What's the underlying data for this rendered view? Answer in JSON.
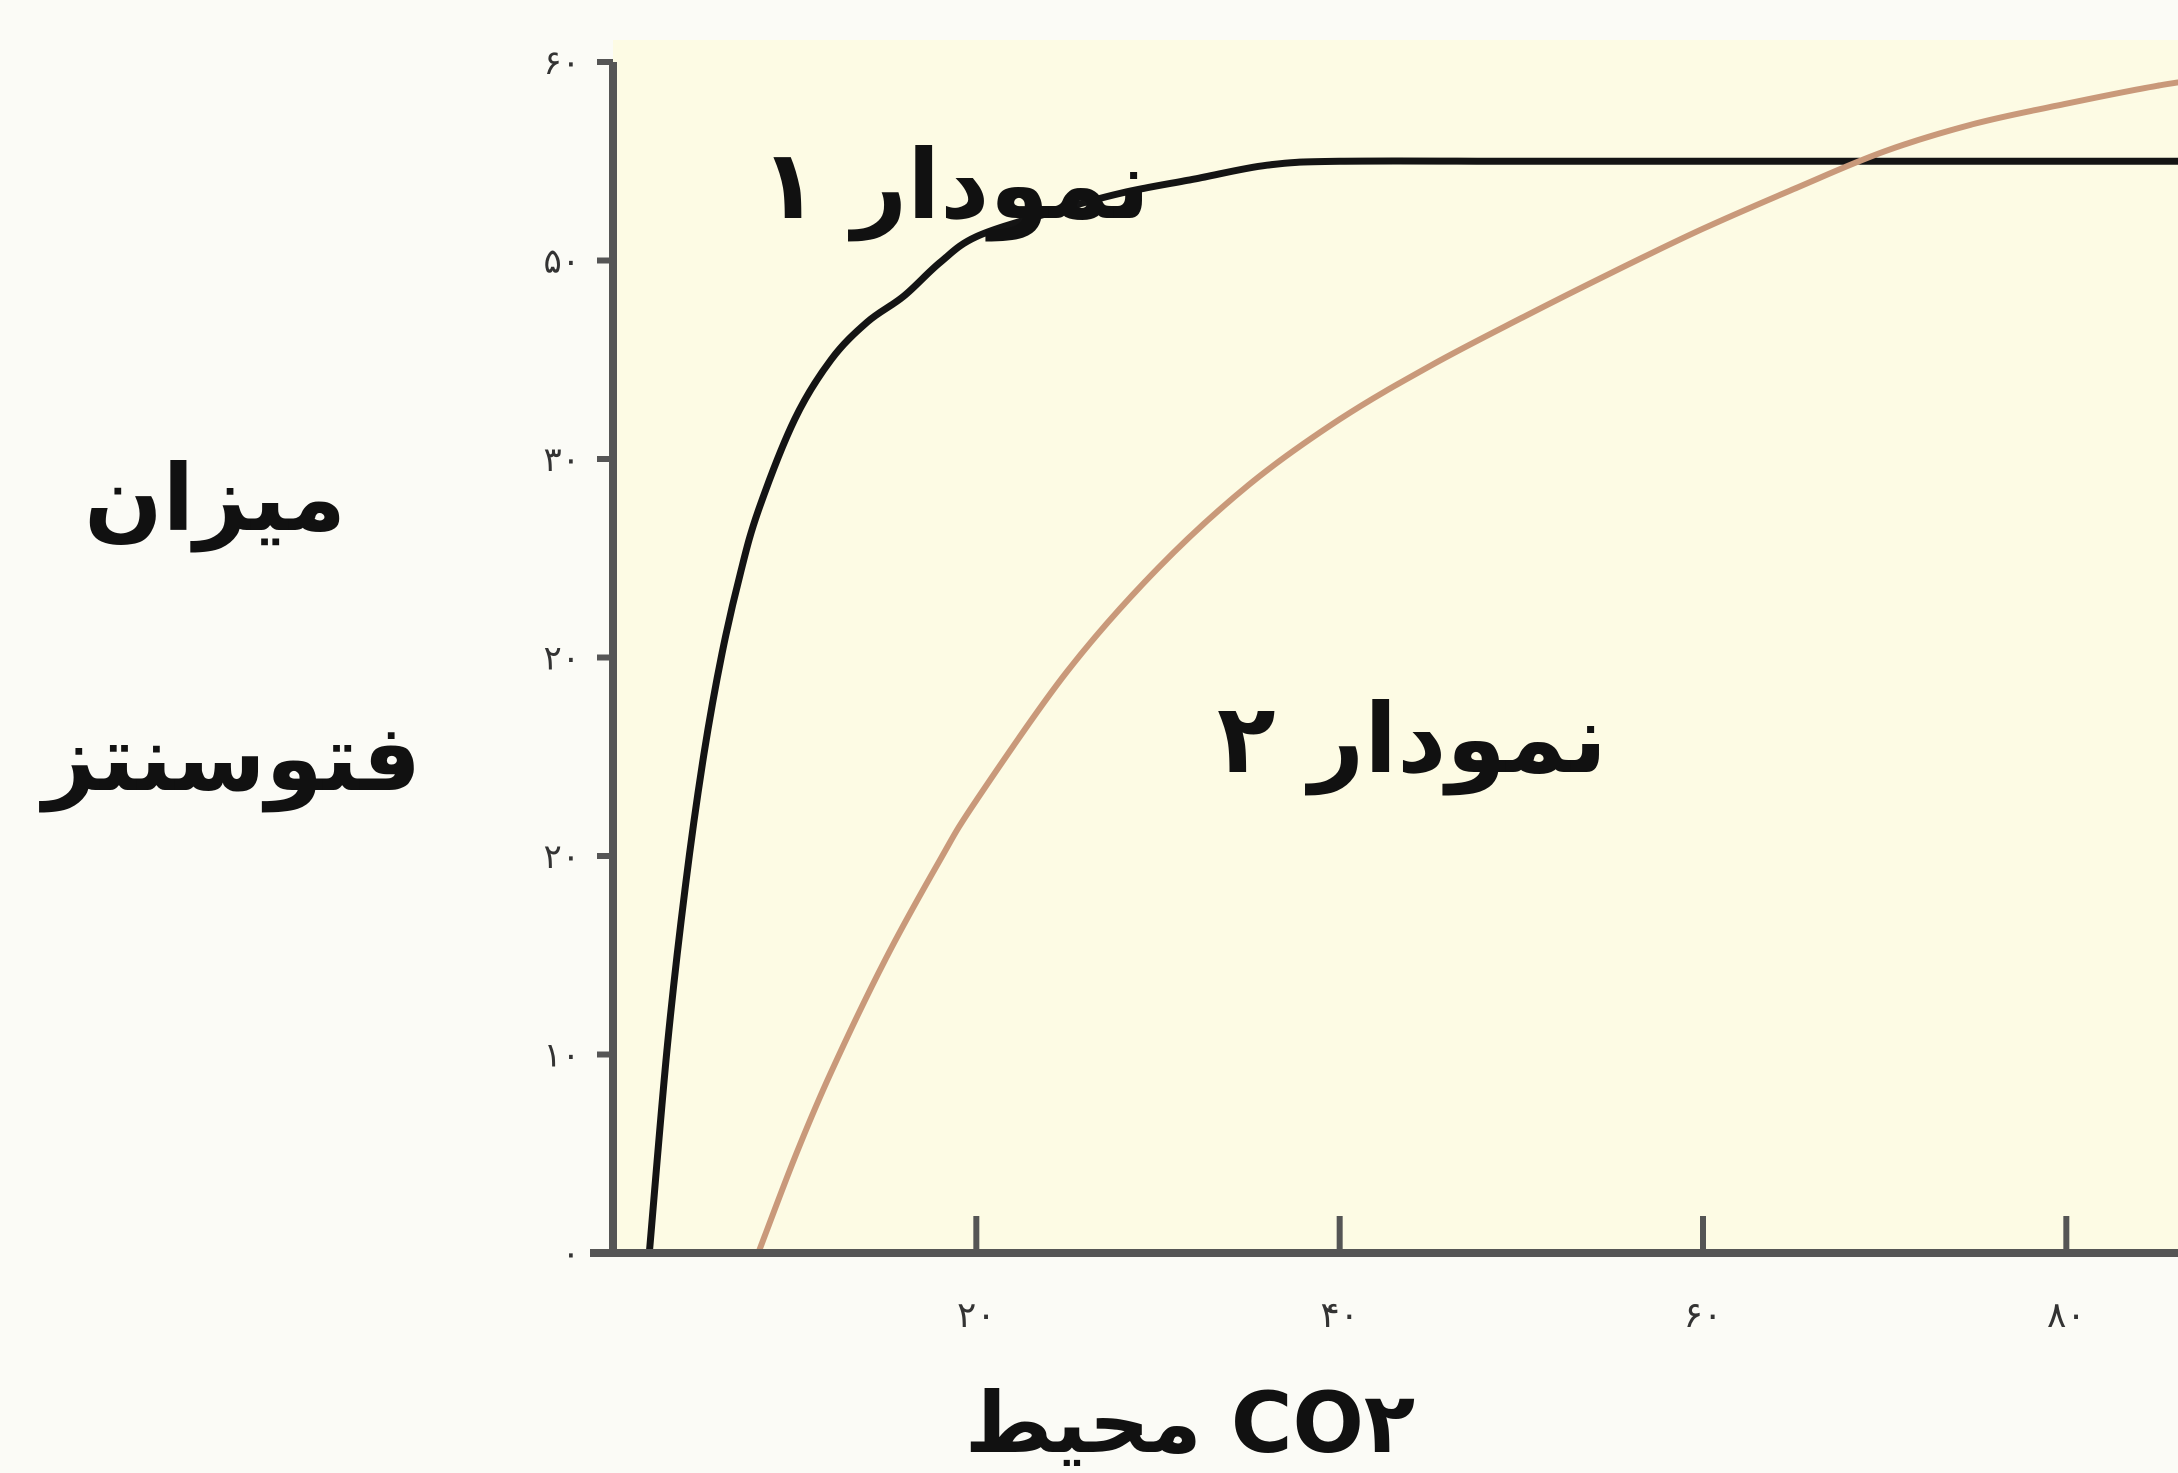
{
  "chart_data": {
    "type": "line",
    "title": "",
    "xlabel": "CO۲ محیط",
    "ylabel_lines": [
      "میزان",
      "فتوسنتز"
    ],
    "xlim": [
      0,
      90
    ],
    "ylim": [
      0,
      60
    ],
    "x_ticks": [
      {
        "value": 20,
        "label": "۲۰"
      },
      {
        "value": 40,
        "label": "۴۰"
      },
      {
        "value": 60,
        "label": "۶۰"
      },
      {
        "value": 80,
        "label": "۸۰"
      }
    ],
    "y_ticks": [
      {
        "value": 0,
        "label": "۰"
      },
      {
        "value": 10,
        "label": "۱۰"
      },
      {
        "value": 20,
        "label": "۲۰"
      },
      {
        "value": 30,
        "label": "۲۰"
      },
      {
        "value": 40,
        "label": "۳۰"
      },
      {
        "value": 50,
        "label": "۵۰"
      },
      {
        "value": 60,
        "label": "۶۰"
      }
    ],
    "series": [
      {
        "name": "نمودار ۱",
        "color": "#141414",
        "x": [
          2,
          3,
          4,
          5,
          6,
          7,
          8,
          10,
          12,
          14,
          16,
          18,
          20,
          24,
          28,
          32,
          36,
          40,
          50,
          60,
          70,
          80,
          90
        ],
        "y": [
          0,
          10.5,
          18.6,
          25.1,
          30.2,
          34.2,
          37.4,
          42.0,
          45.0,
          46.9,
          48.2,
          49.9,
          51.2,
          52.4,
          53.4,
          54.1,
          54.8,
          55.0,
          55.0,
          55.0,
          55.0,
          55.0,
          55.0
        ]
      },
      {
        "name": "نمودار ۲",
        "color": "#c9997a",
        "x": [
          8,
          10,
          12,
          15,
          18,
          20,
          25,
          30,
          35,
          40,
          45,
          50,
          55,
          60,
          65,
          70,
          75,
          80,
          85,
          90
        ],
        "y": [
          0,
          4.8,
          9.1,
          14.8,
          19.8,
          22.8,
          29.3,
          34.5,
          38.7,
          42.0,
          44.7,
          47.1,
          49.4,
          51.6,
          53.6,
          55.5,
          56.9,
          57.9,
          58.8,
          59.5
        ]
      }
    ]
  }
}
